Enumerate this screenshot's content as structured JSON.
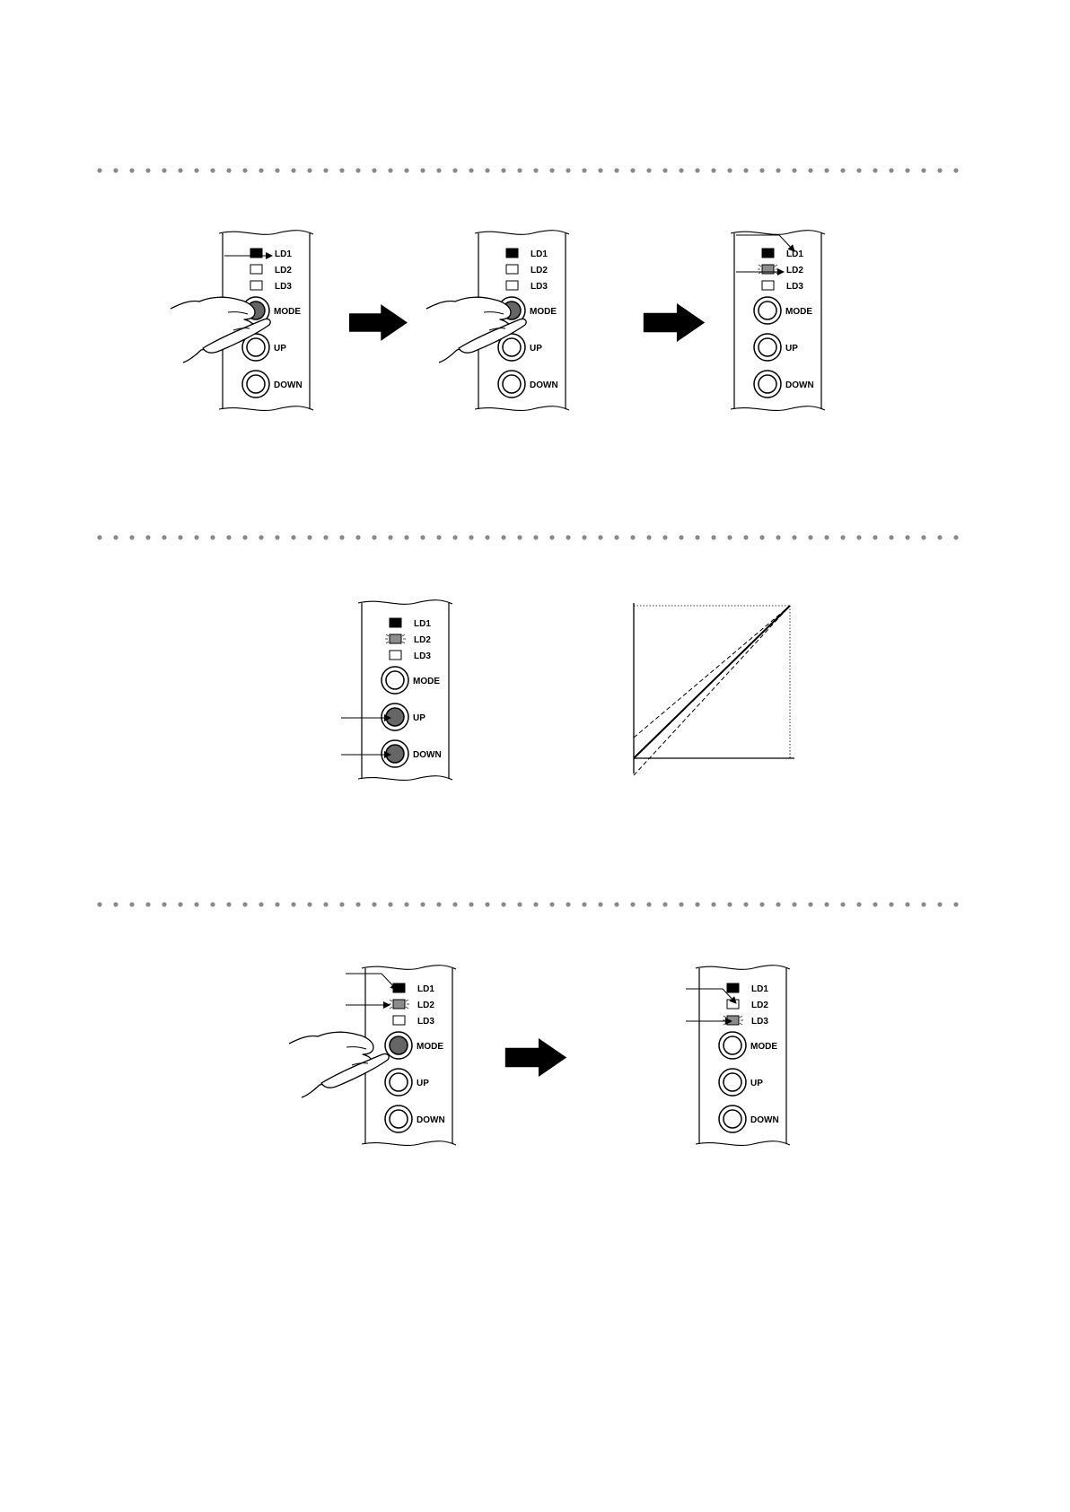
{
  "labels": {
    "ld1": "LD1",
    "ld2": "LD2",
    "ld3": "LD3",
    "mode": "MODE",
    "up": "UP",
    "down": "DOWN"
  },
  "colors": {
    "ink": "#000000",
    "led_off": "#ffffff",
    "led_on": "#000000",
    "led_blink": "#8c8c8c",
    "button_pressed": "#666666",
    "separator_dot": "#8a8a8a"
  },
  "steps": [
    {
      "panels": [
        {
          "ld1": "on",
          "ld2": "off",
          "ld3": "off",
          "pressed": [
            "mode"
          ],
          "finger": true
        },
        {
          "ld1": "on",
          "ld2": "off",
          "ld3": "off",
          "pressed": [
            "mode"
          ],
          "finger": true
        },
        {
          "ld1": "on",
          "ld2": "blink",
          "ld3": "off",
          "pressed": [],
          "finger": false
        }
      ]
    },
    {
      "panels": [
        {
          "ld1": "on",
          "ld2": "blink",
          "ld3": "off",
          "pressed": [
            "up",
            "down"
          ],
          "finger": false
        }
      ],
      "graph": {
        "lines": [
          "solid",
          "dashed-upper",
          "dashed-lower"
        ]
      }
    },
    {
      "panels": [
        {
          "ld1": "on",
          "ld2": "blink",
          "ld3": "off",
          "pressed": [
            "mode"
          ],
          "finger": true
        },
        {
          "ld1": "on",
          "ld2": "off",
          "ld3": "blink",
          "pressed": [],
          "finger": false
        }
      ]
    }
  ],
  "icons": {
    "finger": "pointing-hand-icon",
    "arrow": "thick-right-arrow-icon"
  }
}
